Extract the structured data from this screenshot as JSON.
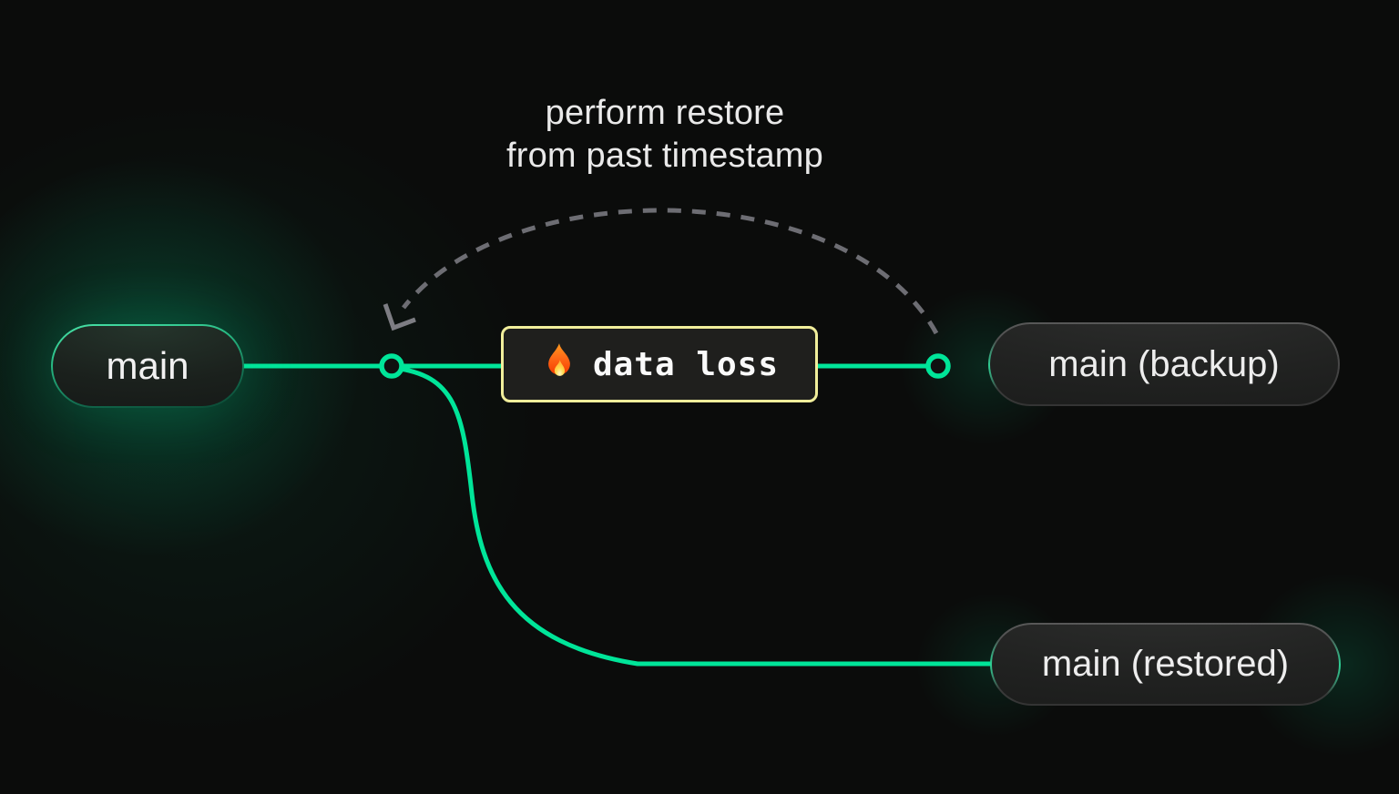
{
  "diagram": {
    "annotation": {
      "line1": "perform restore",
      "line2": "from past timestamp"
    },
    "event_box": {
      "icon": "fire-icon",
      "label": "data loss"
    },
    "nodes": {
      "main": {
        "label": "main"
      },
      "backup": {
        "label": "main (backup)"
      },
      "restored": {
        "label": "main (restored)"
      }
    },
    "colors": {
      "background": "#0b0c0b",
      "branch_green": "#00e599",
      "warning_border": "#f1ee9b",
      "dashed_arrow_gray": "#6e6e74",
      "text": "#ececec"
    }
  }
}
